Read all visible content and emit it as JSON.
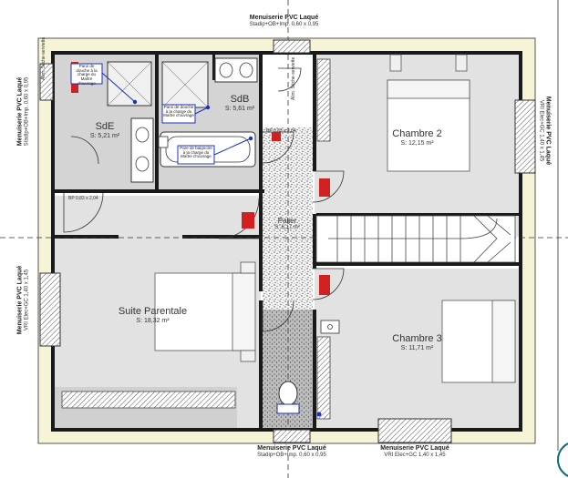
{
  "windows": {
    "top": {
      "title": "Menuiserie PVC Laqué",
      "spec": "Stadip+OB+Imp.  0,60 x 0,95"
    },
    "bottom_left": {
      "title": "Menuiserie PVC Laqué",
      "spec": "Stadip+OB+Imp.  0,60 x 0,95"
    },
    "bottom_right": {
      "title": "Menuiserie PVC Laqué",
      "spec": "VRI Elec+GC  1,40 x 1,45"
    },
    "left_top": {
      "title": "Menuiserie PVC Laqué",
      "spec": "Stadip+OB+Imp.  0,60 x 0,95"
    },
    "left_bottom": {
      "title": "Menuiserie PVC Laqué",
      "spec": "VRI Elec+GC  1,40 x 1,45"
    },
    "right": {
      "title": "Menuiserie PVC Laqué",
      "spec": "VRI Elec+GC  1,40 x 1,45"
    }
  },
  "rooms": {
    "sde": {
      "name": "SdE",
      "area": "S: 5,21 m²"
    },
    "sdb": {
      "name": "SdB",
      "area": "S: 5,61 m²"
    },
    "chambre2": {
      "name": "Chambre 2",
      "area": "S: 12,15 m²"
    },
    "palier": {
      "name": "Palier",
      "area": "S: 6,17 m²"
    },
    "suite": {
      "name": "Suite Parentale",
      "area": "S: 18,32 m²"
    },
    "chambre3": {
      "name": "Chambre 3",
      "area": "S: 11,71 m²"
    }
  },
  "doors": {
    "bp_sde": "BP  0,83 x 2,04",
    "bp_sdb": "BP  0,83 x 2,04"
  },
  "notes": {
    "alim_1": "Alim. Sèche-serviette",
    "alim_2": "Alim. Sèche-serviette",
    "paroi_sde": "Paroi de douche à la charge du Maître d'ouvrage",
    "paroi_sdb": "Paroi de douche à la charge du Maître d'ouvrage",
    "pare_baignoire": "Pare de baignoire à la charge du Maître d'ouvrage"
  },
  "colors": {
    "wet_floor": "#d4d4d4",
    "room_floor": "#e2e2e2",
    "wall": "#1a1a1a",
    "outer_band": "#f7f3d7",
    "annotation_blue": "#1b2fc4",
    "radiator": "#d21f1f"
  }
}
